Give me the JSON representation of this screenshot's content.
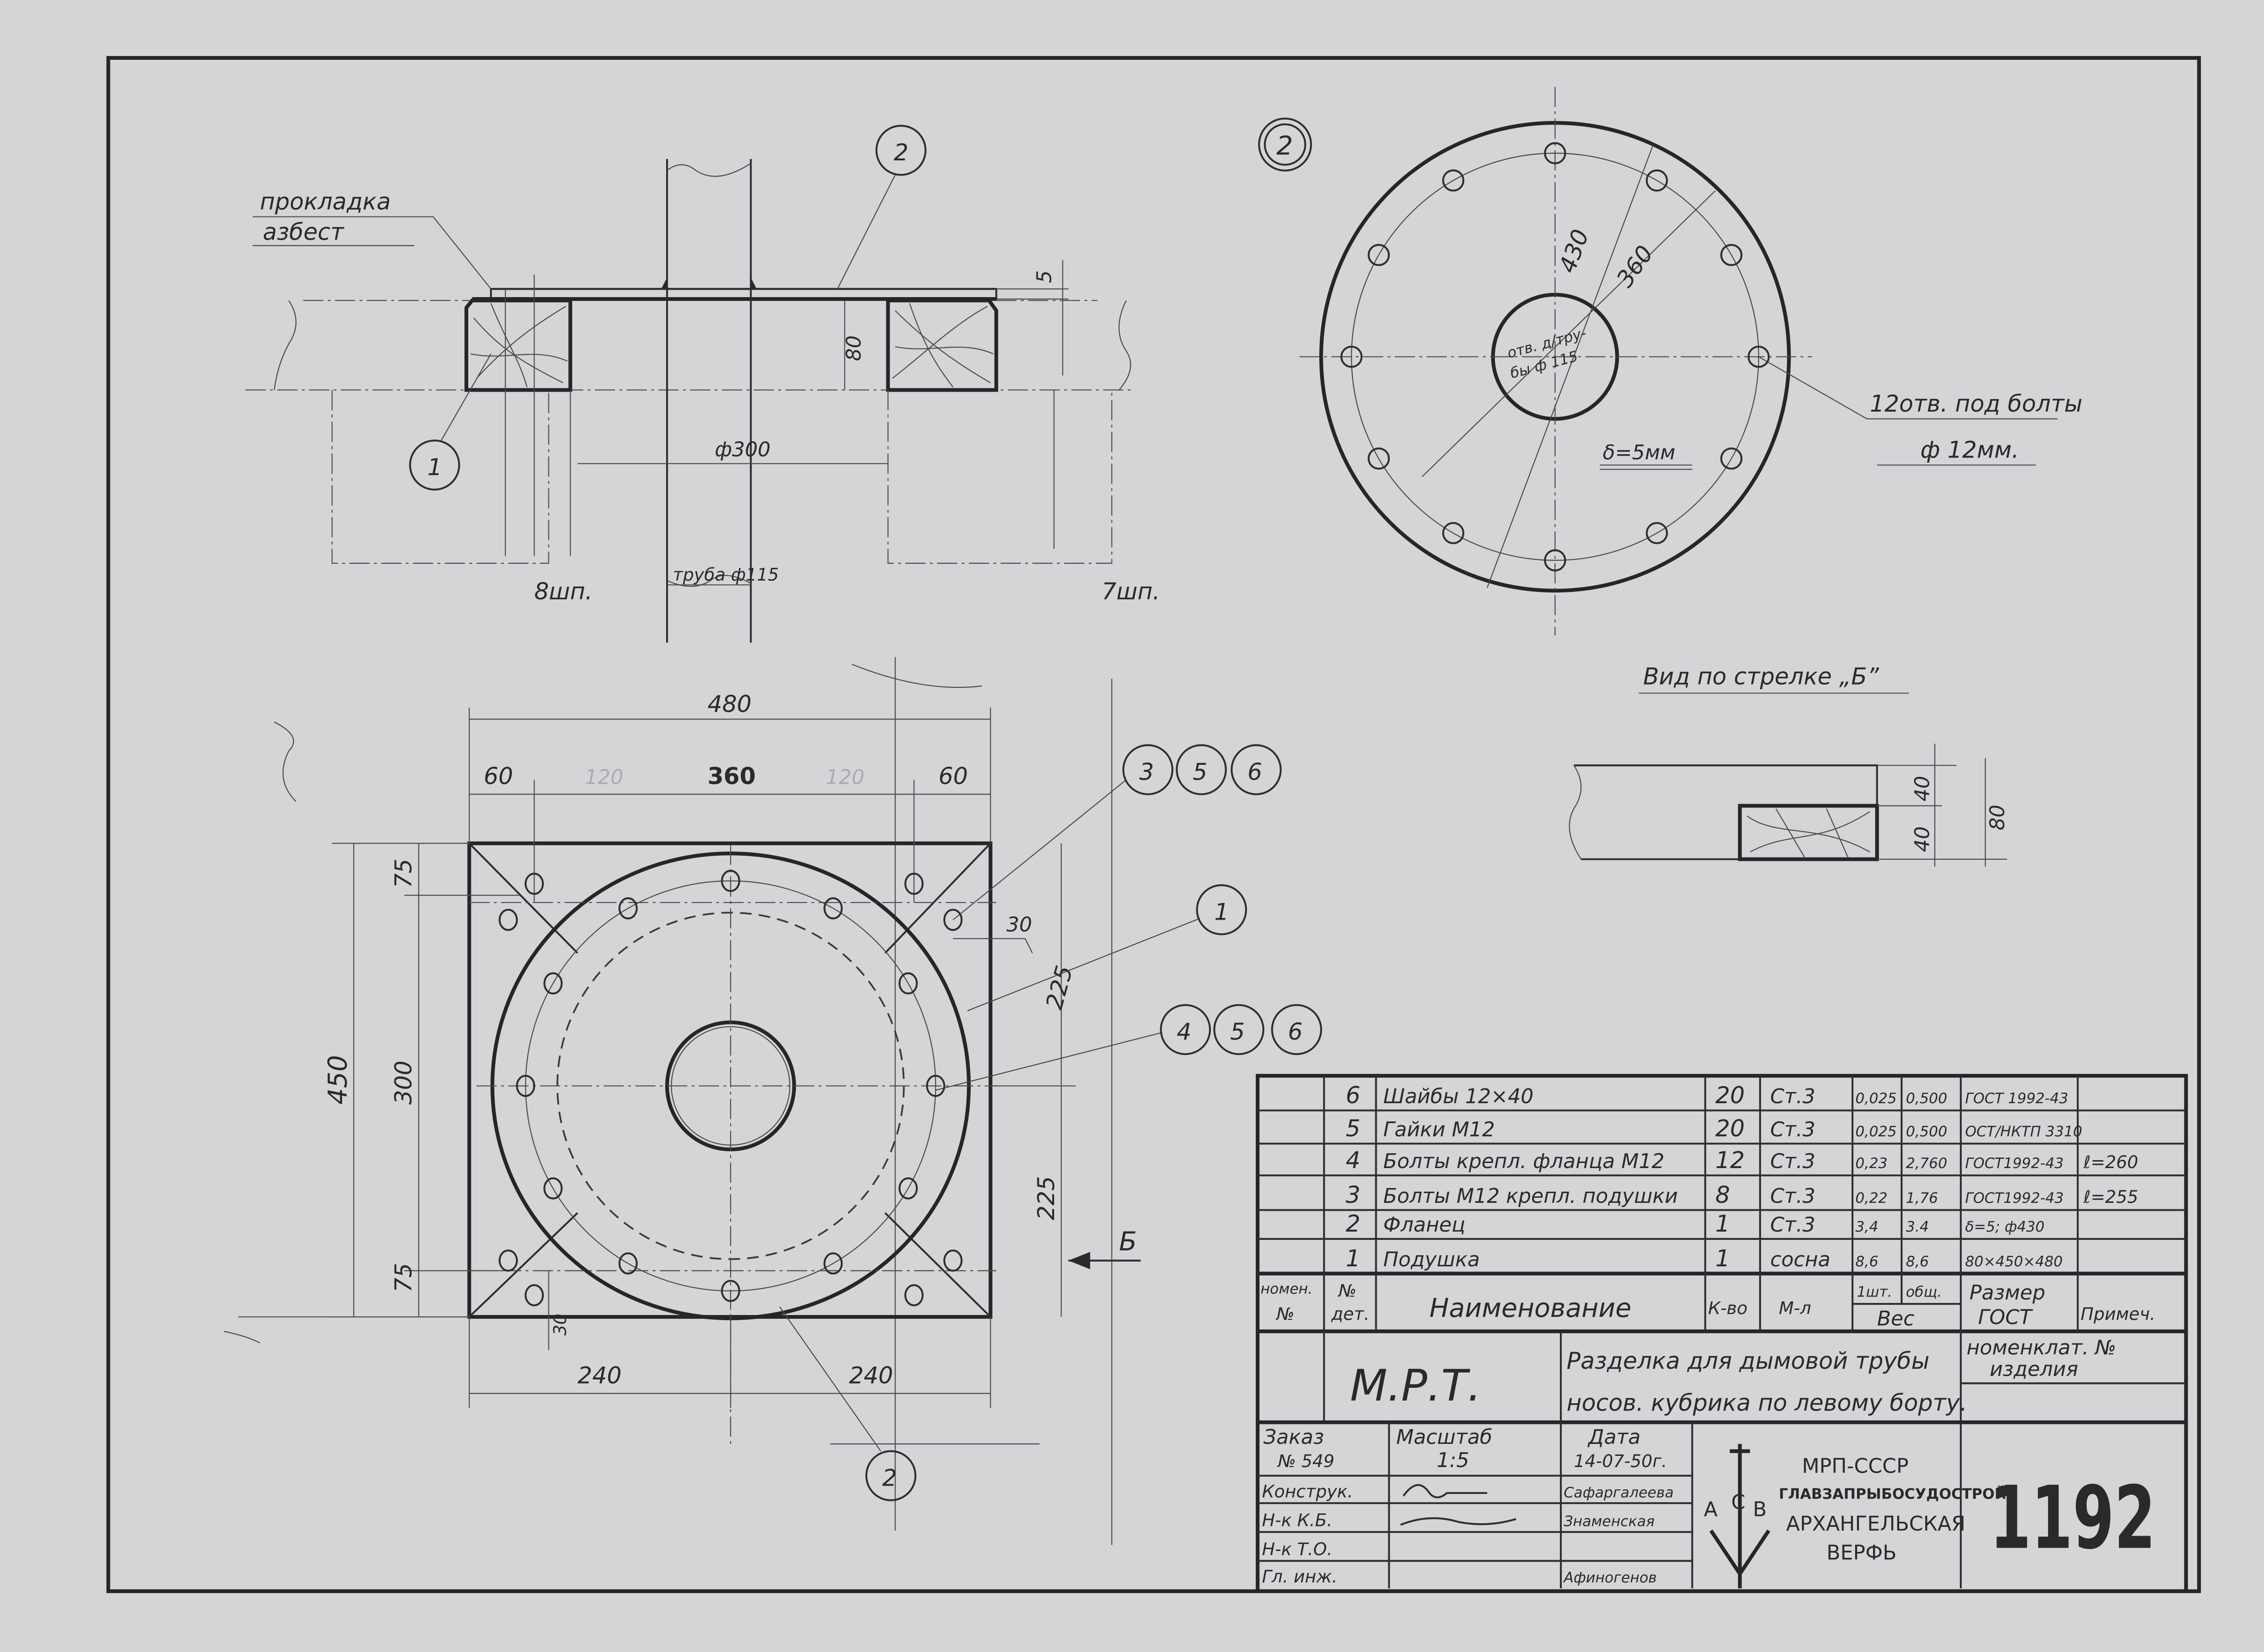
{
  "section_view": {
    "gasket_label_1": "прокладка",
    "gasket_label_2": "азбест",
    "dim_thickness": "5",
    "dim_height": "80",
    "dim_opening": "ф300",
    "pipe_label": "труба ф115",
    "frames_left": "8шп.",
    "frames_right": "7шп.",
    "balloon_pad": "1",
    "balloon_flange": "2"
  },
  "flange_view": {
    "balloon": "2",
    "dim_outer": "430",
    "dim_pcd": "360",
    "center_label_1": "отв. д/тру-",
    "center_label_2": "бы ф 115",
    "thickness": "δ=5мм",
    "bolt_holes_1": "12отв. под болты",
    "bolt_holes_2": "ф 12мм."
  },
  "arrow_view": {
    "title": "Вид по стрелке „Б”",
    "dim_top": "40",
    "dim_bottom": "40",
    "dim_total": "80"
  },
  "plan_view": {
    "dim_width": "480",
    "dim_left": "60",
    "dim_pcd": "360",
    "dim_right": "60",
    "dim_faint_1": "120",
    "dim_faint_2": "120",
    "dim_height": "450",
    "dim_top": "75",
    "dim_middle": "300",
    "dim_bottom": "75",
    "dim_right_top": "225",
    "dim_right_bottom": "225",
    "dim_half_left": "240",
    "dim_half_right": "240",
    "dim_offset_1": "30",
    "dim_offset_2": "30",
    "view_arrow": "Б",
    "balloons_a": [
      "3",
      "5",
      "6"
    ],
    "balloon_pad": "1",
    "balloons_b": [
      "4",
      "5",
      "6"
    ],
    "balloon_flange": "2"
  },
  "spec_table": {
    "rows": [
      {
        "no": "6",
        "name": "Шайбы 12×40",
        "qty": "20",
        "material": "Ст.3",
        "w_unit": "0,025",
        "w_total": "0,500",
        "standard": "ГОСТ 1992-43",
        "note": ""
      },
      {
        "no": "5",
        "name": "Гайки М12",
        "qty": "20",
        "material": "Ст.3",
        "w_unit": "0,025",
        "w_total": "0,500",
        "standard": "ОСТ/НКТП 3310",
        "note": ""
      },
      {
        "no": "4",
        "name": "Болты крепл. фланца М12",
        "qty": "12",
        "material": "Ст.3",
        "w_unit": "0,23",
        "w_total": "2,760",
        "standard": "ГОСТ1992-43",
        "note": "ℓ=260"
      },
      {
        "no": "3",
        "name": "Болты М12 крепл. подушки",
        "qty": "8",
        "material": "Ст.3",
        "w_unit": "0,22",
        "w_total": "1,76",
        "standard": "ГОСТ1992-43",
        "note": "ℓ=255"
      },
      {
        "no": "2",
        "name": "Фланец",
        "qty": "1",
        "material": "Ст.3",
        "w_unit": "3,4",
        "w_total": "3.4",
        "standard": "δ=5; ф430",
        "note": ""
      },
      {
        "no": "1",
        "name": "Подушка",
        "qty": "1",
        "material": "сосна",
        "w_unit": "8,6",
        "w_total": "8,6",
        "standard": "80×450×480",
        "note": ""
      }
    ],
    "header": {
      "nomen_1": "номен.",
      "nomen_2": "№",
      "det_1": "№",
      "det_2": "дет.",
      "name": "Наименование",
      "qty": "К-во",
      "material": "М-л",
      "w_unit": "1шт.",
      "w_total": "общ.",
      "weight": "Вес",
      "size_1": "Размер",
      "size_2": "ГОСТ",
      "note": "Примеч."
    }
  },
  "title_block": {
    "code": "М.Р.Т.",
    "title_1": "Разделка для дымовой трубы",
    "title_2": "носов. кубрика по левому борту.",
    "nomenclature_1": "номенклат. №",
    "nomenclature_2": "изделия",
    "order_label": "Заказ",
    "order_value": "№ 549",
    "scale_label": "Масштаб",
    "scale_value": "1:5",
    "date_label": "Дата",
    "date_value": "14-07-50г.",
    "roles": [
      {
        "role": "Конструк.",
        "name": "Сафаргалеева"
      },
      {
        "role": "Н-к К.Б.",
        "name": "Знаменская"
      },
      {
        "role": "Н-к Т.О.",
        "name": ""
      },
      {
        "role": "Гл. инж.",
        "name": "Афиногенов"
      }
    ],
    "logo_letters": "АСВ",
    "org_1": "МРП-СССР",
    "org_2": "ГЛАВЗАПРЫБОСУДОСТРОЙ",
    "org_3": "АРХАНГЕЛЬСКАЯ",
    "org_4": "ВЕРФЬ",
    "drawing_number": "1192"
  }
}
